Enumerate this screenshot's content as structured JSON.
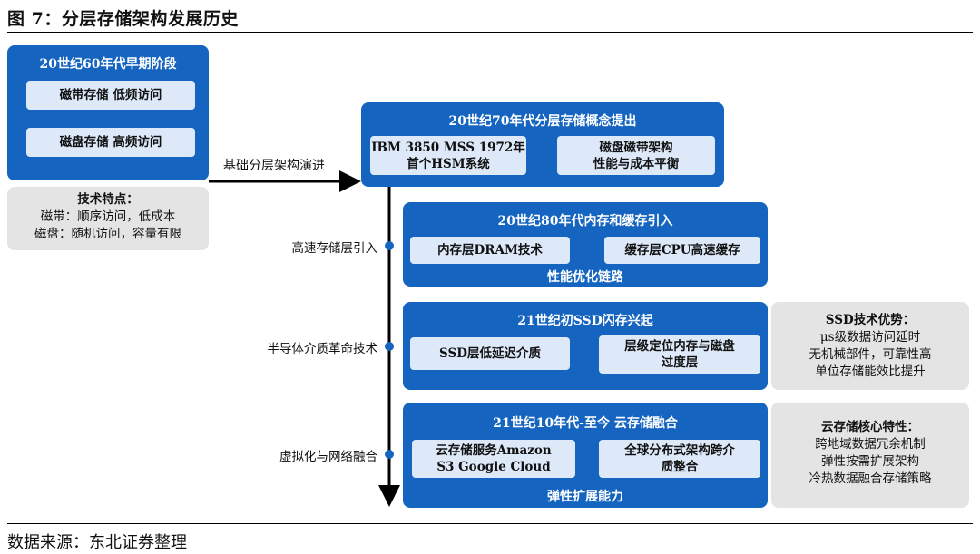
{
  "figure_title": "图 7：分层存储架构发展历史",
  "source": "数据来源：东北证券整理",
  "era_1960s": {
    "title": "20世纪60年代早期阶段",
    "items": [
      "磁带存储  低频访问",
      "磁盘存储  高频访问"
    ]
  },
  "tech_features": {
    "title": "技术特点：",
    "lines": [
      "磁带：顺序访问，低成本",
      "磁盘：随机访问，容量有限"
    ]
  },
  "transition_label": "基础分层架构演进",
  "era_1970s": {
    "title": "20世纪70年代分层存储概念提出",
    "left_lines": [
      "IBM 3850 MSS 1972年",
      "首个HSM系统"
    ],
    "right_lines": [
      "磁盘磁带架构",
      "性能与成本平衡"
    ]
  },
  "era_1980s": {
    "side_label": "高速存储层引入",
    "title": "20世纪80年代内存和缓存引入",
    "left": "内存层DRAM技术",
    "right": "缓存层CPU高速缓存",
    "footer": "性能优化链路"
  },
  "era_2000s": {
    "side_label": "半导体介质革命技术",
    "title": "21世纪初SSD闪存兴起",
    "left": "SSD层低延迟介质",
    "right_lines": [
      "层级定位内存与磁盘",
      "过度层"
    ]
  },
  "ssd_advantages": {
    "title": "SSD技术优势：",
    "lines": [
      "μs级数据访问延时",
      "无机械部件，可靠性高",
      "单位存储能效比提升"
    ]
  },
  "era_2010s": {
    "side_label": "虚拟化与网络融合",
    "title": "21世纪10年代-至今 云存储融合",
    "left_lines": [
      "云存储服务Amazon",
      "S3 Google Cloud"
    ],
    "right_lines": [
      "全球分布式架构跨介",
      "质整合"
    ],
    "footer": "弹性扩展能力"
  },
  "cloud_features": {
    "title": "云存储核心特性：",
    "lines": [
      "跨地域数据冗余机制",
      "弹性按需扩展架构",
      "冷热数据融合存储策略"
    ]
  },
  "colors": {
    "box_blue": "#1565c0",
    "pill_light": "#dde9f9",
    "note_grey": "#e4e4e4"
  }
}
